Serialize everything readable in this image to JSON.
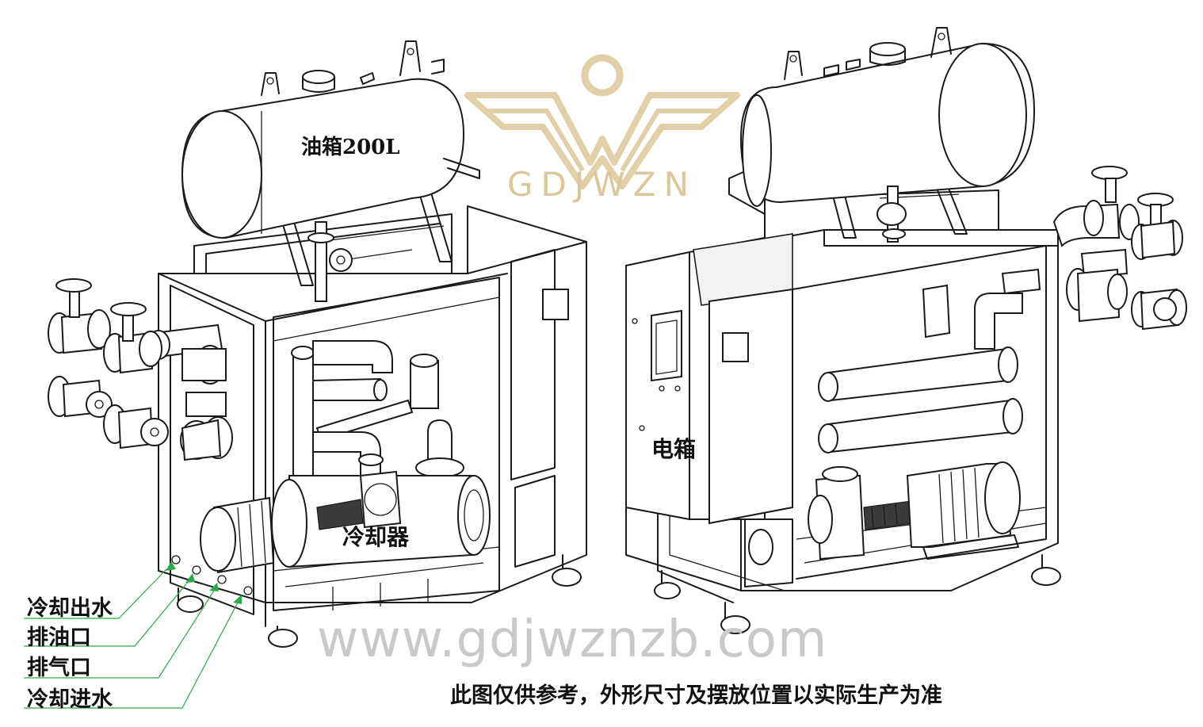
{
  "watermark": {
    "logo_text": "GDJWZN",
    "site_text": "www.gdjwznzb.com",
    "logo_color": "#dcc79a",
    "site_color": "#c9c9c9"
  },
  "labels": {
    "oil_tank": "油箱200L",
    "cooler": "冷却器",
    "electric_box": "电箱"
  },
  "ports": [
    {
      "label": "冷却出水"
    },
    {
      "label": "排油口"
    },
    {
      "label": "排气口"
    },
    {
      "label": "冷却进水"
    }
  ],
  "leader_color": "#2aa84a",
  "note": "此图仅供参考，外形尺寸及摆放位置以实际生产为准"
}
